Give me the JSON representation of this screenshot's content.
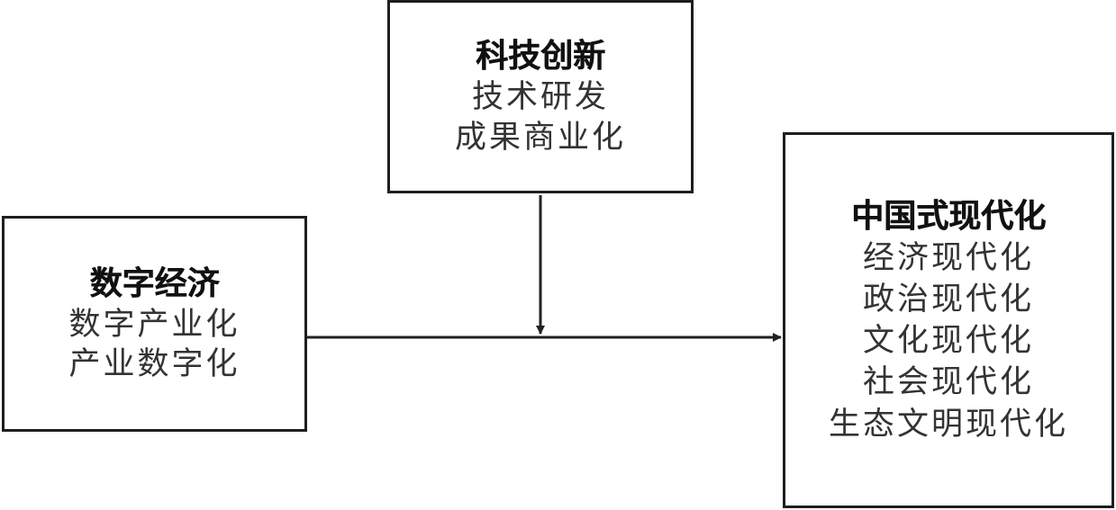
{
  "diagram": {
    "tech_innovation": {
      "title": "科技创新",
      "items": [
        "技术研发",
        "成果商业化"
      ]
    },
    "digital_economy": {
      "title": "数字经济",
      "items": [
        "数字产业化",
        "产业数字化"
      ]
    },
    "chinese_modernization": {
      "title": "中国式现代化",
      "items": [
        "经济现代化",
        "政治现代化",
        "文化现代化",
        "社会现代化",
        "生态文明现代化"
      ]
    },
    "colors": {
      "border": "#1e1e1e",
      "arrow": "#222222",
      "background": "#ffffff"
    }
  }
}
